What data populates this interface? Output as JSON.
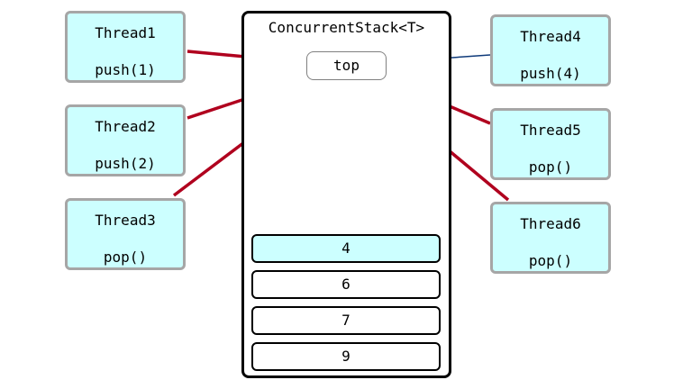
{
  "stack": {
    "title": "ConcurrentStack<T>",
    "top_label": "top",
    "cells": [
      "4",
      "6",
      "7",
      "9"
    ]
  },
  "threads": [
    {
      "name": "Thread1",
      "op": "push(1)"
    },
    {
      "name": "Thread2",
      "op": "push(2)"
    },
    {
      "name": "Thread3",
      "op": "pop()"
    },
    {
      "name": "Thread4",
      "op": "push(4)"
    },
    {
      "name": "Thread5",
      "op": "pop()"
    },
    {
      "name": "Thread6",
      "op": "pop()"
    }
  ],
  "colors": {
    "thread_fill": "#ccffff",
    "thread_border": "#a6a6a6",
    "contention_arrow": "#b0001e",
    "success_arrow": "#0e3a7a",
    "top_cell_fill": "#ccffff"
  }
}
